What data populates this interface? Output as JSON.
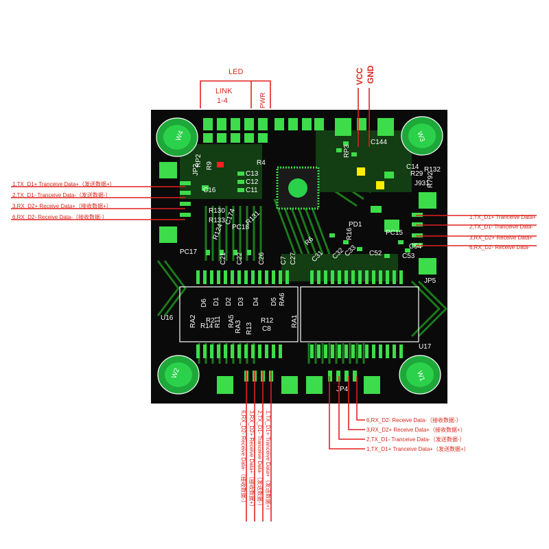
{
  "led_header": {
    "title": "LED",
    "link_label": "LINK",
    "link_range": "1-4",
    "pwr_label": "PWR"
  },
  "power_header": {
    "vcc": "VCC",
    "gnd": "GND"
  },
  "mounting_holes": [
    "W4",
    "W3",
    "W2",
    "W1"
  ],
  "connectors": [
    "JP2",
    "JP5",
    "JP4"
  ],
  "chips": [
    "U16",
    "U17"
  ],
  "component_labels": [
    "RP2",
    "R9",
    "R4",
    "C16",
    "C13",
    "C12",
    "C11",
    "R130",
    "R133",
    "PC18",
    "R124",
    "C174",
    "R131",
    "RP3",
    "C144",
    "C14",
    "R132",
    "R29",
    "J931",
    "R792",
    "PC17",
    "C21",
    "C22",
    "C26",
    "C7",
    "C27",
    "C31",
    "C32",
    "C33",
    "PC15",
    "PD1",
    "R16",
    "C52",
    "C53",
    "C54",
    "R6",
    "D6",
    "D1",
    "D2",
    "D3",
    "D4",
    "D5",
    "RA6",
    "RA2",
    "R2",
    "R11",
    "R12",
    "R14",
    "RA5",
    "RA3",
    "R13",
    "C8",
    "RA1",
    "C7"
  ],
  "pin_labels": {
    "left": [
      "1,TX_D1+ Tranceive  Data+（发送数据+）",
      "2,TX_D1- Tranceive  Data-（发送数据-）",
      "3,RX_D2+ Receive   Data+（接收数据+）",
      "6,RX_D2- Receive   Data-（接收数据-）"
    ],
    "right": [
      "1,TX_D1+ Tranceive  Data+",
      "2,TX_D1- Tranceive  Data-",
      "3,RX_D2+ Receive  Data+",
      "6,RX_D2- Receive  Data-"
    ],
    "bottom": [
      "6,RX_D2- Receive   Data-（接收数据-）",
      "3,RX_D2+ Receive   Data+（接收数据+）",
      "2,TX_D1- Tranceive  Data-（发送数据-）",
      "1,TX_D1+ Tranceive  Data+（发送数据+）"
    ],
    "bottom_right": [
      "6,RX_D2- Receive     Data-（接收数据-）",
      "3,RX_D2+ Receive     Data+（接收数据+）",
      "2,TX_D1- Tranceive   Data-（发送数据-）",
      "1,TX_D1+ Tranceive   Data+（发送数据+）"
    ]
  },
  "colors": {
    "board": "#0a0a0a",
    "trace": "#1b7a1b",
    "pad": "#3ddc4a",
    "mount": "#1fa83a",
    "silk": "#ffffff",
    "annotation": "#d4281b",
    "led_yellow": "#ffee00",
    "led_red": "#ff2020"
  }
}
